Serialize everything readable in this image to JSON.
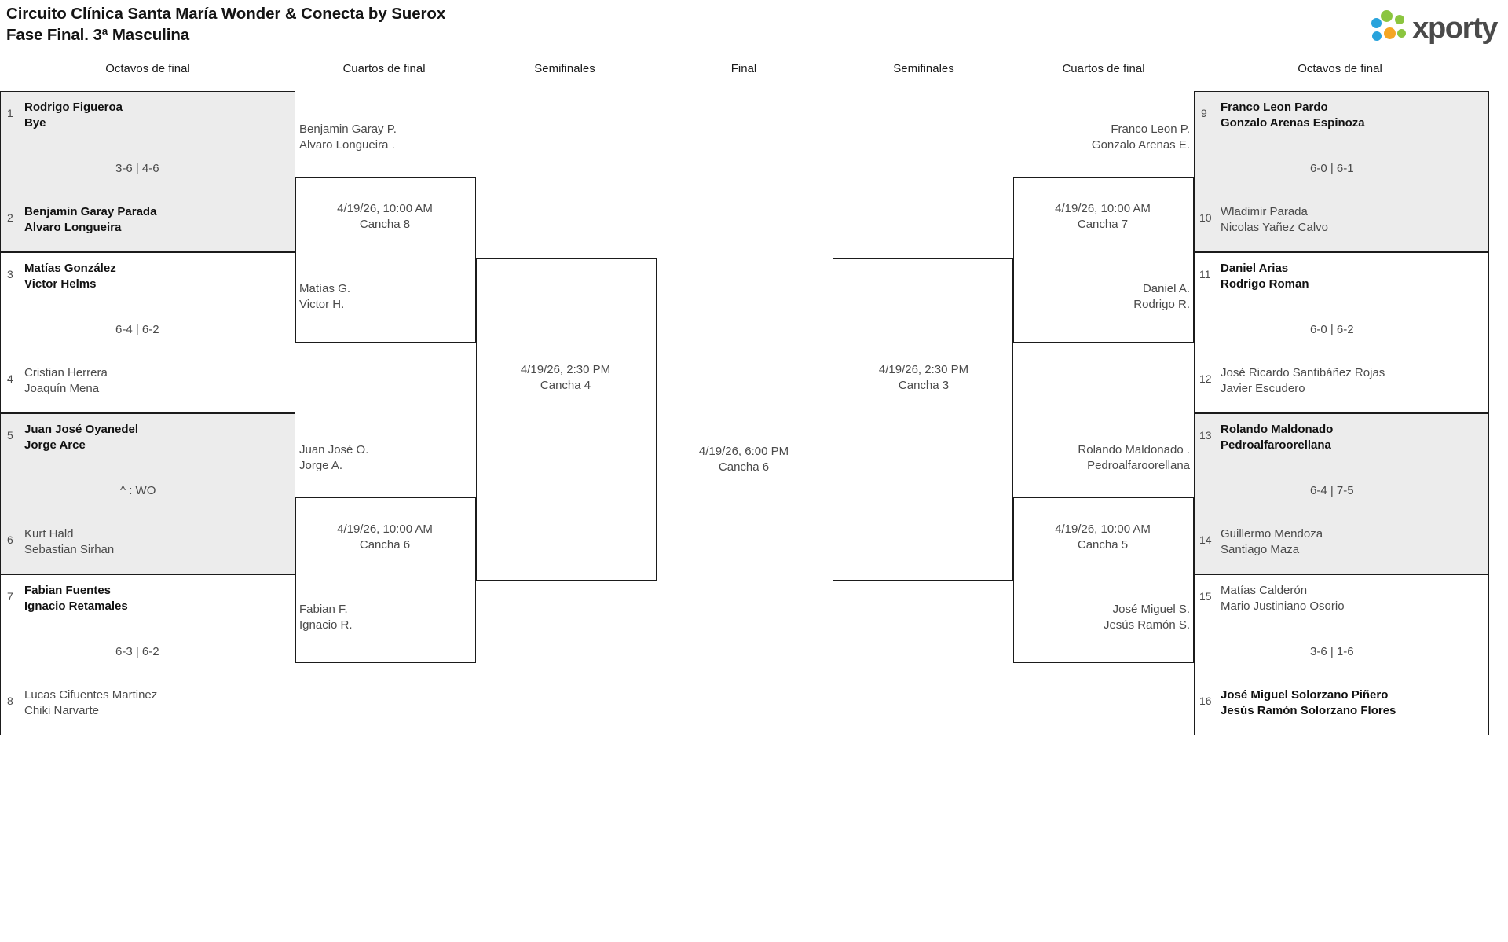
{
  "header": {
    "title_line1": "Circuito Clínica Santa María Wonder & Conecta by Suerox",
    "title_line2": "Fase Final. 3ª Masculina",
    "logo_word": "xporty"
  },
  "round_headers": {
    "left_r16": "Octavos de final",
    "left_qf": "Cuartos de final",
    "left_sf": "Semifinales",
    "final": "Final",
    "right_sf": "Semifinales",
    "right_qf": "Cuartos de final",
    "right_r16": "Octavos de final"
  },
  "left_r16": [
    {
      "shaded": true,
      "top": {
        "seed": "1",
        "name1": "Rodrigo Figueroa",
        "name2": "Bye",
        "winner": false
      },
      "score": "3-6 | 4-6",
      "bottom": {
        "seed": "2",
        "name1": "Benjamin Garay Parada",
        "name2": "Alvaro Longueira",
        "winner": true
      }
    },
    {
      "shaded": false,
      "top": {
        "seed": "3",
        "name1": "Matías González",
        "name2": "Victor Helms",
        "winner": true
      },
      "score": "6-4 | 6-2",
      "bottom": {
        "seed": "4",
        "name1": "Cristian Herrera",
        "name2": "Joaquín Mena",
        "winner": false
      }
    },
    {
      "shaded": true,
      "top": {
        "seed": "5",
        "name1": "Juan José Oyanedel",
        "name2": "Jorge Arce",
        "winner": true
      },
      "score": "^ : WO",
      "bottom": {
        "seed": "6",
        "name1": "Kurt Hald",
        "name2": "Sebastian Sirhan",
        "winner": false
      }
    },
    {
      "shaded": false,
      "top": {
        "seed": "7",
        "name1": "Fabian Fuentes",
        "name2": "Ignacio Retamales",
        "winner": true
      },
      "score": "6-3 | 6-2",
      "bottom": {
        "seed": "8",
        "name1": "Lucas Cifuentes Martinez",
        "name2": "Chiki Narvarte",
        "winner": false
      }
    }
  ],
  "right_r16": [
    {
      "shaded": true,
      "top": {
        "seed": "9",
        "name1": "Franco Leon Pardo",
        "name2": "Gonzalo Arenas Espinoza",
        "winner": true
      },
      "score": "6-0 | 6-1",
      "bottom": {
        "seed": "10",
        "name1": "Wladimir Parada",
        "name2": "Nicolas Yañez Calvo",
        "winner": false
      }
    },
    {
      "shaded": false,
      "top": {
        "seed": "11",
        "name1": "Daniel Arias",
        "name2": "Rodrigo Roman",
        "winner": true
      },
      "score": "6-0 | 6-2",
      "bottom": {
        "seed": "12",
        "name1": "José Ricardo Santibáñez Rojas",
        "name2": "Javier Escudero",
        "winner": false
      }
    },
    {
      "shaded": true,
      "top": {
        "seed": "13",
        "name1": "Rolando Maldonado",
        "name2": "Pedroalfaroorellana",
        "winner": true
      },
      "score": "6-4 | 7-5",
      "bottom": {
        "seed": "14",
        "name1": "Guillermo Mendoza",
        "name2": "Santiago Maza",
        "winner": false
      }
    },
    {
      "shaded": false,
      "top": {
        "seed": "15",
        "name1": "Matías Calderón",
        "name2": "Mario Justiniano Osorio",
        "winner": false
      },
      "score": "3-6 | 1-6",
      "bottom": {
        "seed": "16",
        "name1": "José Miguel Solorzano Piñero",
        "name2": "Jesús Ramón Solorzano Flores",
        "winner": true
      }
    }
  ],
  "left_qf": [
    {
      "advance_top": {
        "name1": "Benjamin Garay P.",
        "name2": "Alvaro Longueira ."
      },
      "advance_bottom": {
        "name1": "Matías G.",
        "name2": "Victor H."
      },
      "meta_date": "4/19/26, 10:00 AM",
      "meta_court": "Cancha 8"
    },
    {
      "advance_top": {
        "name1": "Juan José O.",
        "name2": "Jorge A."
      },
      "advance_bottom": {
        "name1": "Fabian F.",
        "name2": "Ignacio R."
      },
      "meta_date": "4/19/26, 10:00 AM",
      "meta_court": "Cancha 6"
    }
  ],
  "right_qf": [
    {
      "advance_top": {
        "name1": "Franco Leon P.",
        "name2": "Gonzalo Arenas E."
      },
      "advance_bottom": {
        "name1": "Daniel A.",
        "name2": "Rodrigo R."
      },
      "meta_date": "4/19/26, 10:00 AM",
      "meta_court": "Cancha 7"
    },
    {
      "advance_top": {
        "name1": "Rolando Maldonado .",
        "name2": "Pedroalfaroorellana"
      },
      "advance_bottom": {
        "name1": "José Miguel S.",
        "name2": "Jesús Ramón S."
      },
      "meta_date": "4/19/26, 10:00 AM",
      "meta_court": "Cancha 5"
    }
  ],
  "left_sf": {
    "meta_date": "4/19/26, 2:30 PM",
    "meta_court": "Cancha 4"
  },
  "right_sf": {
    "meta_date": "4/19/26, 2:30 PM",
    "meta_court": "Cancha 3"
  },
  "final": {
    "meta_date": "4/19/26, 6:00 PM",
    "meta_court": "Cancha 6"
  }
}
